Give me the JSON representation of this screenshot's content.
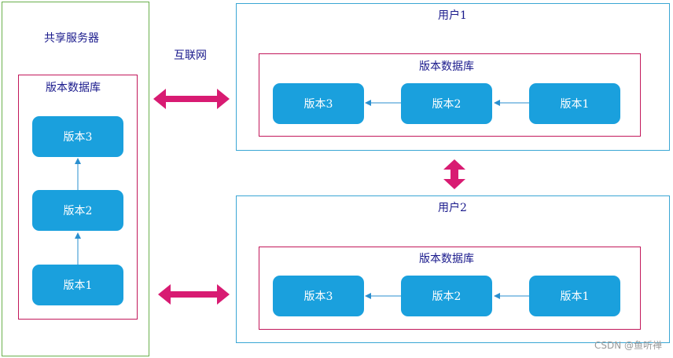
{
  "server": {
    "title": "共享服务器",
    "db_label": "版本数据库",
    "versions": [
      "版本3",
      "版本2",
      "版本1"
    ]
  },
  "internet_label": "互联网",
  "user1": {
    "title": "用户1",
    "db_label": "版本数据库",
    "versions": [
      "版本3",
      "版本2",
      "版本1"
    ]
  },
  "user2": {
    "title": "用户2",
    "db_label": "版本数据库",
    "versions": [
      "版本3",
      "版本2",
      "版本1"
    ]
  },
  "colors": {
    "version_fill": "#1aa0dd",
    "connector": "#d81b72",
    "arrow": "#2a8fcf",
    "server_border": "#6ab04c",
    "user_border": "#3aa6d4",
    "db_border": "#c2185b"
  },
  "watermark": "CSDN @鱼听禅"
}
